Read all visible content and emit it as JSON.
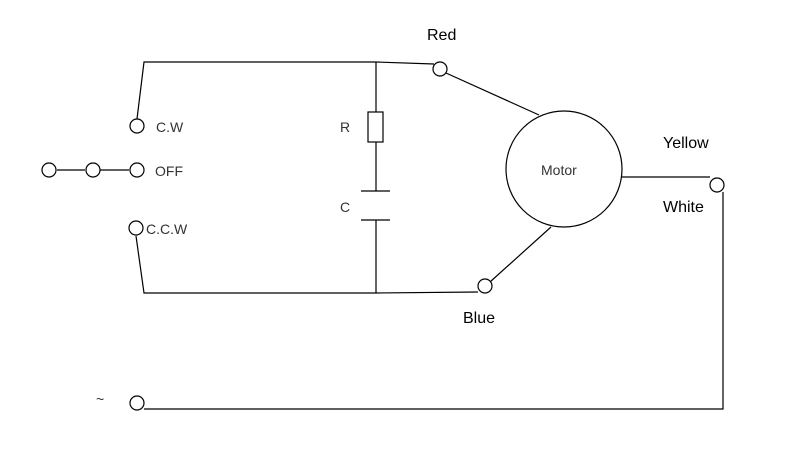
{
  "labels": {
    "cw": "C.W",
    "off": "OFF",
    "ccw": "C.C.W",
    "resistor": "R",
    "capacitor": "C",
    "motor": "Motor",
    "red": "Red",
    "blue": "Blue",
    "yellow": "Yellow",
    "white": "White",
    "ac_source": "~"
  },
  "colors": {
    "wire": "#000000",
    "background": "#ffffff"
  }
}
